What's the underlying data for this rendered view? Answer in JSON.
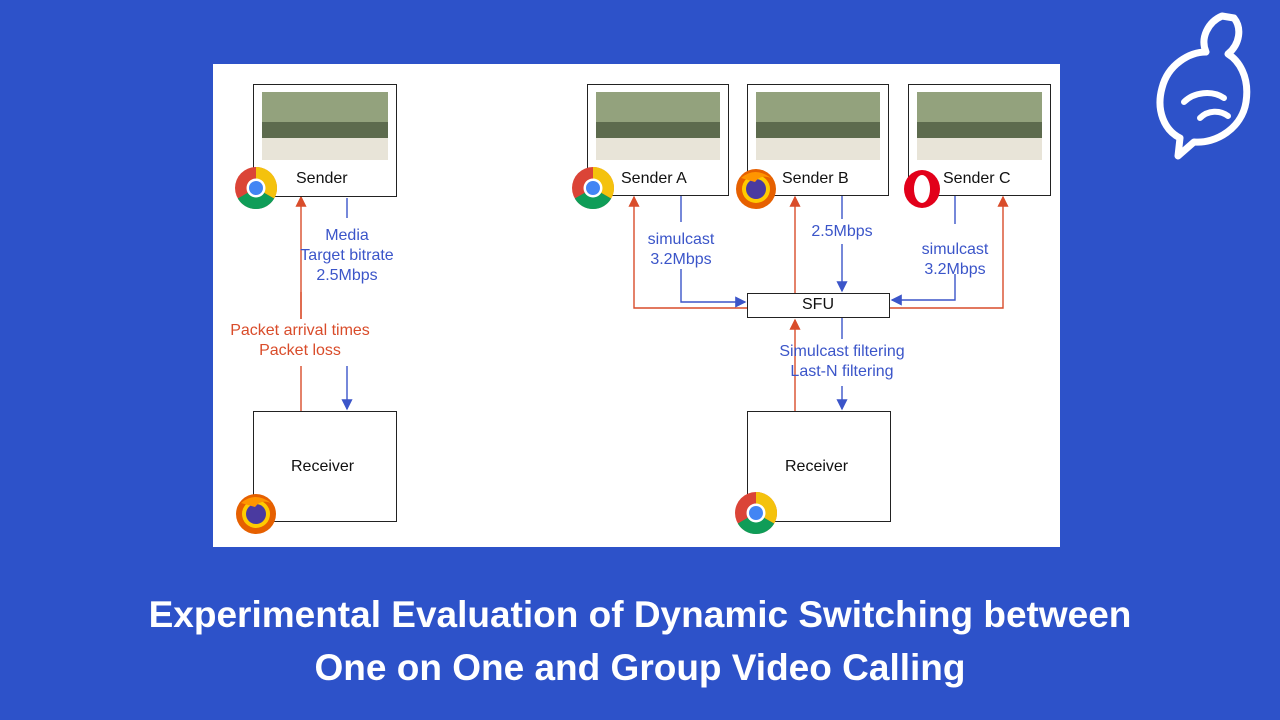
{
  "left": {
    "sender": "Sender",
    "receiver": "Receiver",
    "media_lines": [
      "Media",
      "Target bitrate",
      "2.5Mbps"
    ],
    "feedback_lines": [
      "Packet arrival times",
      "Packet loss"
    ]
  },
  "right": {
    "sender_a": "Sender A",
    "sender_b": "Sender B",
    "sender_c": "Sender C",
    "sfu": "SFU",
    "receiver": "Receiver",
    "a_lines": [
      "simulcast",
      "3.2Mbps"
    ],
    "b_lines": [
      "2.5Mbps"
    ],
    "c_lines": [
      "simulcast",
      "3.2Mbps"
    ],
    "filter_lines": [
      "Simulcast filtering",
      "Last-N filtering"
    ]
  },
  "title": {
    "line1": "Experimental Evaluation of Dynamic Switching between",
    "line2": "One on One and Group Video Calling"
  },
  "colors": {
    "background": "#2d52c9",
    "media_blue": "#3b55c9",
    "feedback_red": "#d94c2a"
  },
  "icons": [
    "chrome-icon",
    "firefox-icon",
    "opera-icon",
    "brand-logo-icon"
  ]
}
